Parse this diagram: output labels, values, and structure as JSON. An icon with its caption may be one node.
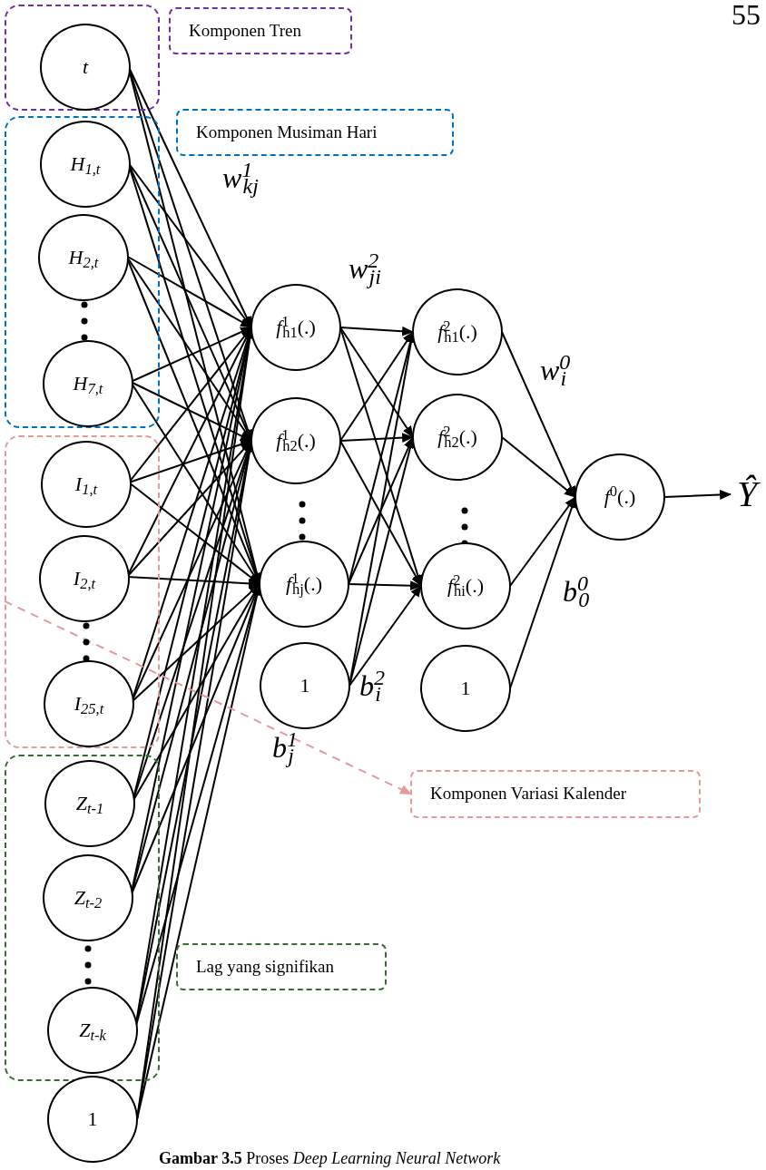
{
  "diagram": {
    "caption": "**Gambar 3.5** Proses *Deep Learning Neural Network*",
    "nodes": [
      {
        "text": [],
        "shape": "box"
      },
      {
        "text": [
          "t"
        ],
        "in": 0
      },
      {
        "text": [
          "Komponen Tren"
        ]
      },
      {
        "text": [],
        "shape": "box"
      },
      {
        "text": [
          "H$_{1,t}$"
        ],
        "in": 3
      },
      {
        "text": [
          "H$_{2,t}$"
        ],
        "in": 3
      },
      {
        "text": [
          "H$_{7,t}$"
        ],
        "in": 3
      },
      {
        "text": [
          "Komponen Musiman Hari"
        ]
      },
      {
        "text": [],
        "shape": "box"
      },
      {
        "text": [
          "I$_{1,t}$"
        ],
        "in": 8
      },
      {
        "text": [
          "I$_{2,t}$"
        ],
        "in": 8
      },
      {
        "text": [
          "I$_{25,t}$"
        ],
        "in": 8
      },
      {
        "text": [],
        "shape": "box"
      },
      {
        "text": [
          "Z$_{t-1}$"
        ],
        "in": 12
      },
      {
        "text": [
          "Z$_{t-2}$"
        ],
        "in": 12
      },
      {
        "text": [
          "Z$_{t-k}$"
        ],
        "in": 12
      },
      {
        "text": [
          "Lag yang signifikan"
        ]
      },
      {
        "text": [
          "1"
        ]
      },
      {
        "text": [
          "*f*$^{1}$$_{h1}$(.)"
        ]
      },
      {
        "text": [
          "*f*$^{1}$$_{h2}$(.)"
        ]
      },
      {
        "text": [
          "*f*$^{1}$$_{hj}$(.)"
        ]
      },
      {
        "text": [
          "1"
        ]
      },
      {
        "text": [
          "*f*$^{2}$$_{h1}$(.)"
        ]
      },
      {
        "text": [
          "*f*$^{2}$$_{h2}$(.)"
        ]
      },
      {
        "text": [
          "*f*$^{2}$$_{hi}$(.)"
        ]
      },
      {
        "text": [
          "1"
        ]
      },
      {
        "text": [
          "*f*$^{0}$(.)"
        ]
      },
      {
        "text": [
          "Ŷ"
        ]
      },
      {
        "text": [
          "Komponen Variasi Kalender"
        ]
      }
    ],
    "edges": [
      {
        "from": 1,
        "to": 18,
        "arrow": "to"
      },
      {
        "from": 1,
        "to": 19,
        "arrow": "to"
      },
      {
        "from": 1,
        "to": 20,
        "arrow": "to"
      },
      {
        "from": 4,
        "to": 18,
        "arrow": "to"
      },
      {
        "from": 4,
        "to": 19,
        "arrow": "to"
      },
      {
        "from": 4,
        "to": 20,
        "arrow": "to"
      },
      {
        "from": 5,
        "to": 18,
        "arrow": "to"
      },
      {
        "from": 5,
        "to": 19,
        "arrow": "to"
      },
      {
        "from": 5,
        "to": 20,
        "arrow": "to"
      },
      {
        "from": 6,
        "to": 18,
        "arrow": "to"
      },
      {
        "from": 6,
        "to": 19,
        "arrow": "to"
      },
      {
        "from": 6,
        "to": 20,
        "arrow": "to"
      },
      {
        "from": 9,
        "to": 18,
        "arrow": "to"
      },
      {
        "from": 9,
        "to": 19,
        "arrow": "to"
      },
      {
        "from": 9,
        "to": 20,
        "arrow": "to"
      },
      {
        "from": 10,
        "to": 18,
        "arrow": "to"
      },
      {
        "from": 10,
        "to": 19,
        "arrow": "to"
      },
      {
        "from": 10,
        "to": 20,
        "arrow": "to"
      },
      {
        "from": 11,
        "to": 18,
        "arrow": "to"
      },
      {
        "from": 11,
        "to": 19,
        "arrow": "to"
      },
      {
        "from": 11,
        "to": 20,
        "arrow": "to"
      },
      {
        "from": 13,
        "to": 18,
        "arrow": "to"
      },
      {
        "from": 13,
        "to": 19,
        "arrow": "to"
      },
      {
        "from": 13,
        "to": 20,
        "arrow": "to"
      },
      {
        "from": 14,
        "to": 18,
        "arrow": "to"
      },
      {
        "from": 14,
        "to": 19,
        "arrow": "to"
      },
      {
        "from": 14,
        "to": 20,
        "arrow": "to"
      },
      {
        "from": 15,
        "to": 18,
        "arrow": "to"
      },
      {
        "from": 15,
        "to": 19,
        "arrow": "to"
      },
      {
        "from": 15,
        "to": 20,
        "arrow": "to"
      },
      {
        "from": 17,
        "to": 18,
        "arrow": "to"
      },
      {
        "from": 17,
        "to": 19,
        "arrow": "to"
      },
      {
        "from": 17,
        "to": 20,
        "arrow": "to"
      },
      {
        "from": 18,
        "to": 22,
        "arrow": "to"
      },
      {
        "from": 18,
        "to": 23,
        "arrow": "to"
      },
      {
        "from": 18,
        "to": 24,
        "arrow": "to"
      },
      {
        "from": 19,
        "to": 22,
        "arrow": "to"
      },
      {
        "from": 19,
        "to": 23,
        "arrow": "to"
      },
      {
        "from": 19,
        "to": 24,
        "arrow": "to"
      },
      {
        "from": 20,
        "to": 22,
        "arrow": "to"
      },
      {
        "from": 20,
        "to": 23,
        "arrow": "to"
      },
      {
        "from": 20,
        "to": 24,
        "arrow": "to"
      },
      {
        "from": 21,
        "to": 22,
        "arrow": "to"
      },
      {
        "from": 21,
        "to": 23,
        "arrow": "to"
      },
      {
        "from": 21,
        "to": 24,
        "arrow": "to"
      },
      {
        "from": 22,
        "to": 26,
        "arrow": "to"
      },
      {
        "from": 23,
        "to": 26,
        "arrow": "to"
      },
      {
        "from": 24,
        "to": 26,
        "arrow": "to"
      },
      {
        "from": 25,
        "to": 26,
        "arrow": "to"
      },
      {
        "from": 26,
        "to": 27,
        "arrow": "to"
      },
      {
        "from": 8,
        "to": 28,
        "arrow": "to",
        "style": "dashed",
        "color": "#e39a9a"
      }
    ],
    "labels": [
      "55",
      "w$^{1}$$_{kj}$",
      "w$^{2}$$_{ji}$",
      "w$^{0}$$_{i}$",
      "b$^{0}$$_{0}$",
      "b$^{2}$$_{i}$",
      "b$^{1}$$_{j}$"
    ]
  }
}
